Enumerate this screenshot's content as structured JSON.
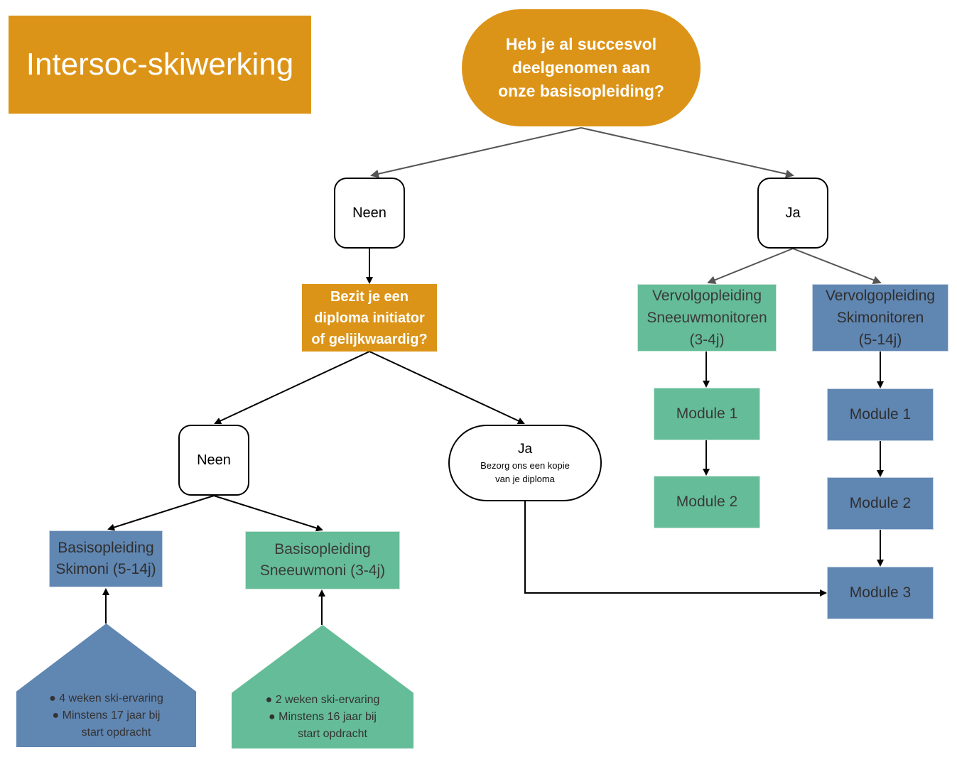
{
  "title": "Intersoc-skiwerking",
  "question_1": {
    "lines": [
      "Heb je al succesvol",
      "deelgenomen aan",
      "onze basisopleiding?"
    ],
    "no": "Neen",
    "yes": "Ja"
  },
  "question_2": {
    "lines": [
      "Bezit je een",
      "diploma initiator",
      "of gelijkwaardig?"
    ],
    "no": "Neen",
    "yes": "Ja",
    "yes_note_lines": [
      "Bezorg ons een kopie",
      "van je diploma"
    ]
  },
  "follow_up_snow": {
    "lines": [
      "Vervolgopleiding",
      "Sneeuwmonitoren",
      "(3-4j)"
    ],
    "modules": [
      "Module 1",
      "Module 2"
    ]
  },
  "follow_up_ski": {
    "lines": [
      "Vervolgopleiding",
      "Skimonitoren",
      "(5-14j)"
    ],
    "modules": [
      "Module 1",
      "Module 2",
      "Module 3"
    ]
  },
  "basic_ski": {
    "lines": [
      "Basisopleiding",
      "Skimoni (5-14j)"
    ],
    "requirements": [
      "4 weken ski-ervaring",
      "Minstens 17 jaar bij",
      "start opdracht"
    ]
  },
  "basic_snow": {
    "lines": [
      "Basisopleiding",
      "Sneeuwmoni (3-4j)"
    ],
    "requirements": [
      "2 weken ski-ervaring",
      "Minstens 16 jaar bij",
      "start opdracht"
    ]
  },
  "colors": {
    "orange": "#dc9418",
    "green": "#65bc98",
    "blue": "#6086b2",
    "connector": "#555555"
  }
}
